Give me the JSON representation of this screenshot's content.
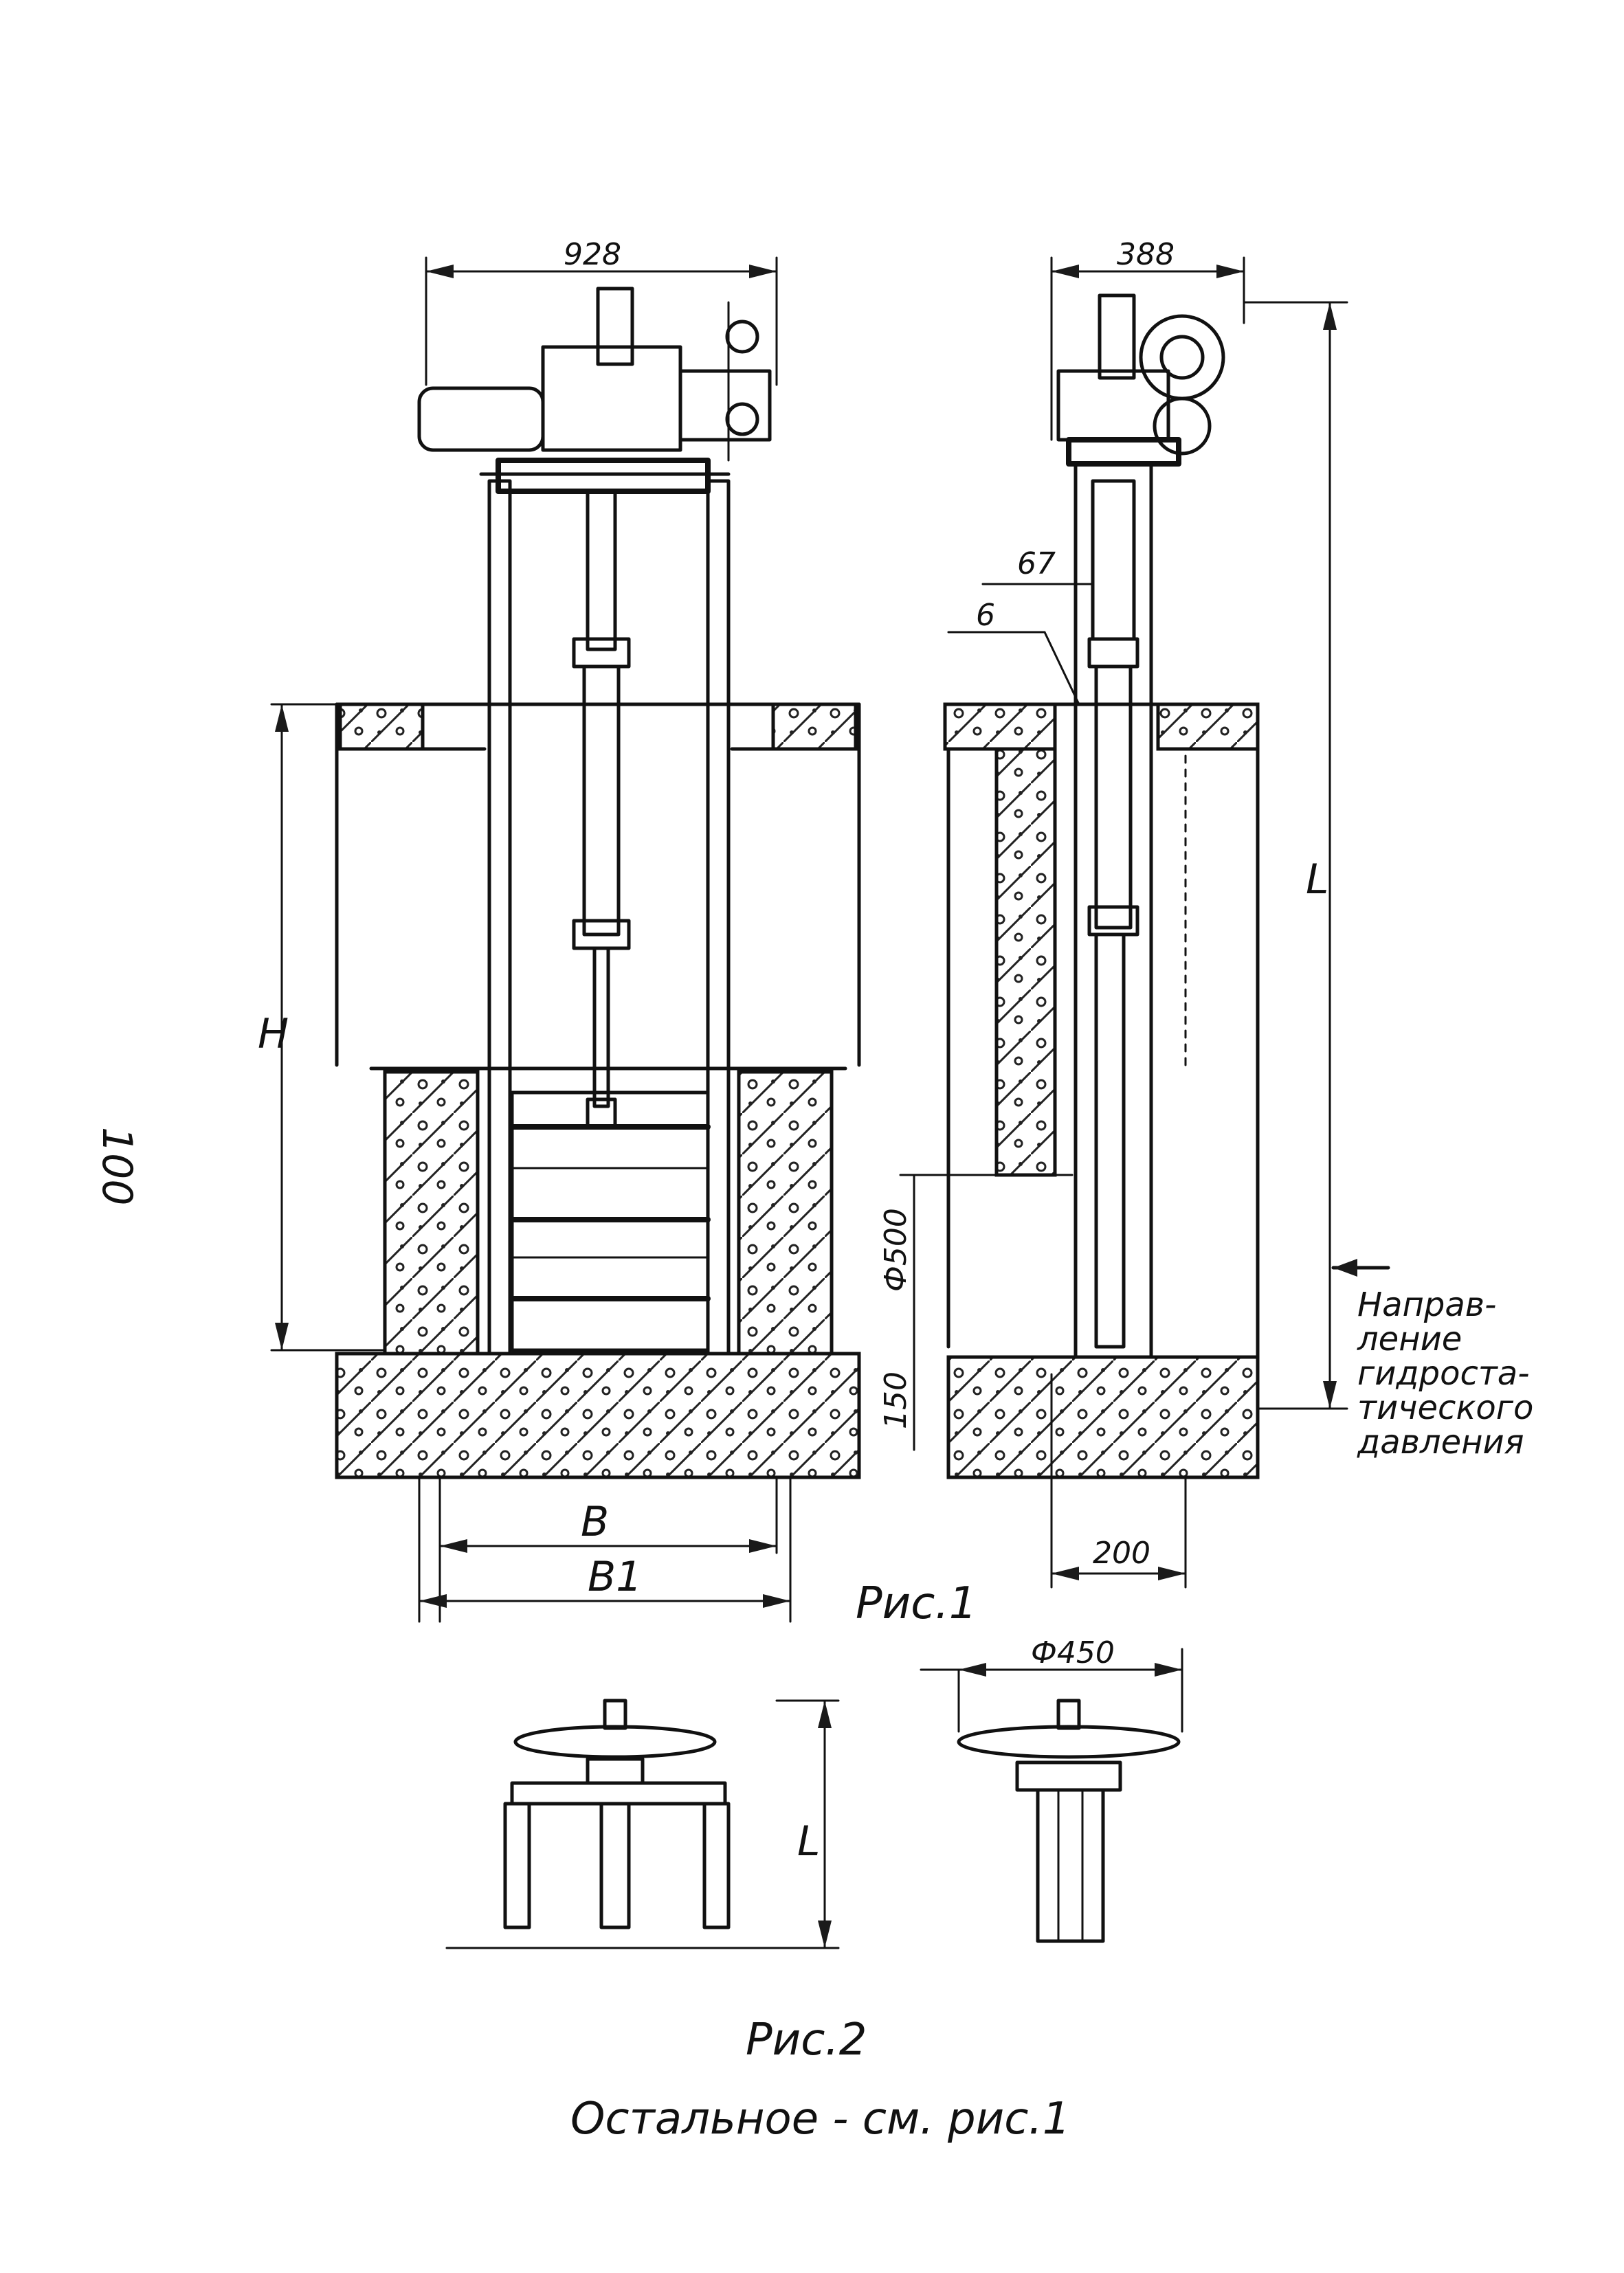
{
  "drawing": {
    "page_number": "100",
    "figure1": {
      "caption": "Рис.1",
      "front_view": {
        "top_width": "928",
        "height_label": "H",
        "width_inner": "B",
        "width_outer": "B1"
      },
      "side_view": {
        "top_width": "388",
        "length_label": "L",
        "mark_67": "67",
        "mark_6": "6",
        "diameter": "Ф500",
        "depth": "150",
        "width_bottom": "200",
        "note_lines": [
          "Направ-",
          "ление",
          "гидроста-",
          "тического",
          "давления"
        ]
      }
    },
    "figure2": {
      "caption": "Рис.2",
      "diameter": "Ф450",
      "length_label": "L",
      "footnote": "Остальное - см. рис.1"
    }
  },
  "colors": {
    "ink": "#111111",
    "paper": "#ffffff"
  }
}
